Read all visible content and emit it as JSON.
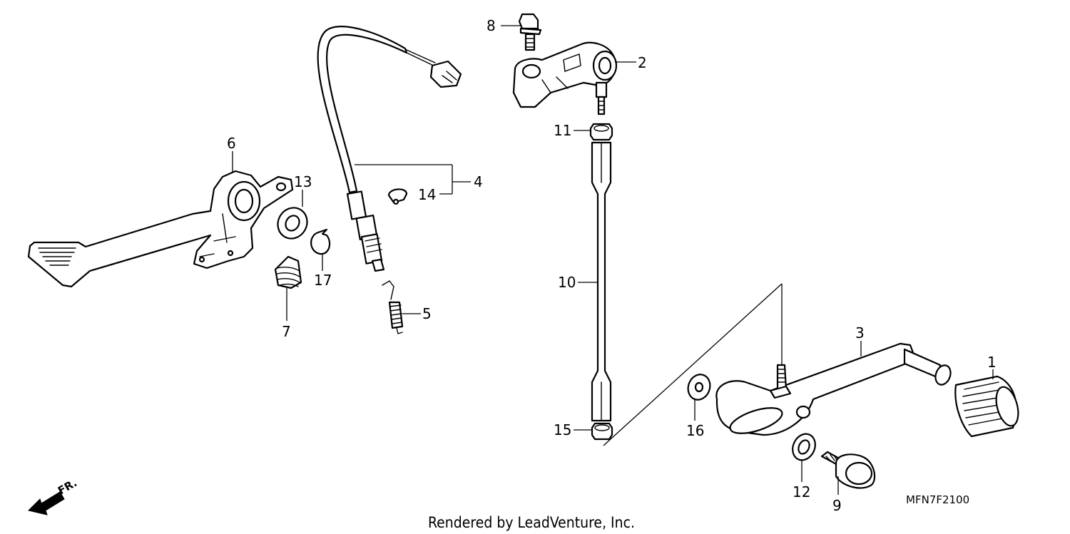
{
  "diagram": {
    "callouts": [
      {
        "id": "1",
        "label": "1"
      },
      {
        "id": "2",
        "label": "2"
      },
      {
        "id": "3",
        "label": "3"
      },
      {
        "id": "4",
        "label": "4"
      },
      {
        "id": "5",
        "label": "5"
      },
      {
        "id": "6",
        "label": "6"
      },
      {
        "id": "7",
        "label": "7"
      },
      {
        "id": "8",
        "label": "8"
      },
      {
        "id": "9",
        "label": "9"
      },
      {
        "id": "10",
        "label": "10"
      },
      {
        "id": "11",
        "label": "11"
      },
      {
        "id": "12",
        "label": "12"
      },
      {
        "id": "13",
        "label": "13"
      },
      {
        "id": "14",
        "label": "14"
      },
      {
        "id": "15",
        "label": "15"
      },
      {
        "id": "16",
        "label": "16"
      },
      {
        "id": "17",
        "label": "17"
      }
    ],
    "diagram_code": "MFN7F2100",
    "credit": "Rendered by LeadVenture, Inc.",
    "front_marker": "FR."
  }
}
